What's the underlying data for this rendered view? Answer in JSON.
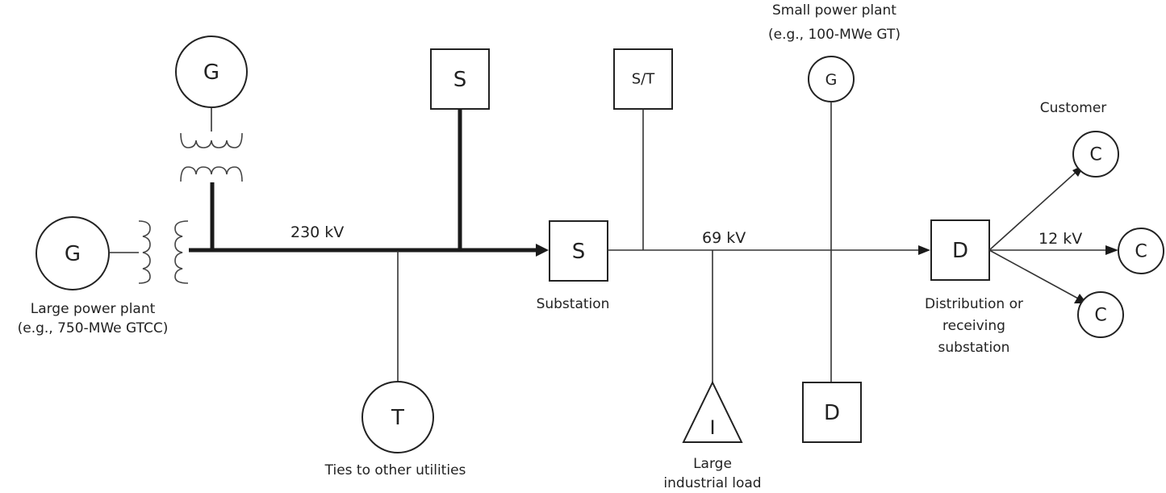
{
  "diagram": {
    "title": "Electric power system one-line diagram",
    "colors": {
      "line": "#222222",
      "background": "#ffffff"
    },
    "voltage_labels": {
      "transmission": "230 kV",
      "subtransmission": "69 kV",
      "distribution": "12 kV"
    },
    "nodes": {
      "large_generator": {
        "symbol": "G",
        "label_line1": "Large power plant",
        "label_line2": "(e.g., 750-MWe GTCC)"
      },
      "top_generator": {
        "symbol": "G"
      },
      "top_substation": {
        "symbol": "S"
      },
      "tie": {
        "symbol": "T",
        "label": "Ties to other utilities"
      },
      "substation": {
        "symbol": "S",
        "label": "Substation"
      },
      "sub_transmission": {
        "symbol": "S/T"
      },
      "small_generator": {
        "symbol": "G",
        "label_line1": "Small power plant",
        "label_line2": "(e.g., 100-MWe GT)"
      },
      "industrial_load": {
        "symbol": "I",
        "label_line1": "Large",
        "label_line2": "industrial load"
      },
      "lower_distribution": {
        "symbol": "D"
      },
      "distribution": {
        "symbol": "D",
        "label_line1": "Distribution or",
        "label_line2": "receiving",
        "label_line3": "substation"
      },
      "customer_header": "Customer",
      "customers": [
        {
          "symbol": "C"
        },
        {
          "symbol": "C"
        },
        {
          "symbol": "C"
        }
      ]
    },
    "icons": {
      "generator": "circle-G",
      "transformer": "coil-pair",
      "substation": "square-box",
      "load": "triangle",
      "customer": "circle-C",
      "arrow": "filled-triangle-arrowhead"
    }
  }
}
